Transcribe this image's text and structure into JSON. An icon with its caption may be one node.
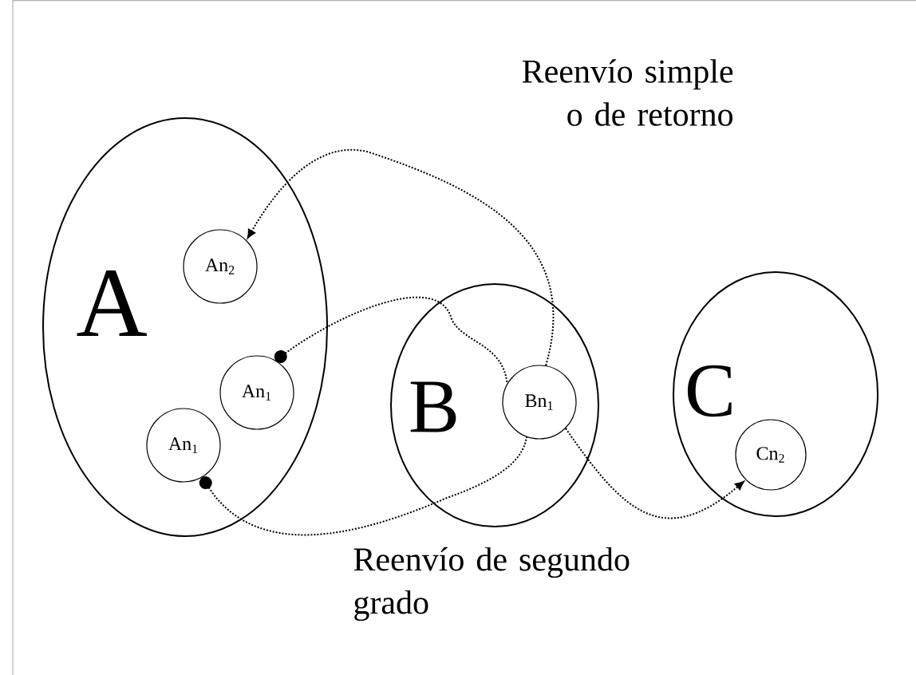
{
  "diagram": {
    "nodes": [
      {
        "text": [
          "A"
        ]
      },
      {
        "text": [
          "An$_{2}$"
        ],
        "in": 0
      },
      {
        "text": [
          "An$_{1}$"
        ],
        "in": 0
      },
      {
        "text": [
          "An$_{1}$"
        ],
        "in": 0
      },
      {
        "text": [
          "B"
        ]
      },
      {
        "text": [
          "Bn$_{1}$"
        ],
        "in": 4
      },
      {
        "text": [
          "C"
        ]
      },
      {
        "text": [
          "Cn$_{2}$"
        ],
        "in": 6
      }
    ],
    "edges": [
      {
        "from": 2,
        "to": 5,
        "arrow": "other"
      },
      {
        "from": 5,
        "to": 1,
        "arrow": "to"
      },
      {
        "from": 3,
        "to": 5,
        "arrow": "other"
      },
      {
        "from": 5,
        "to": 7,
        "arrow": "to"
      }
    ],
    "labels": [
      "Reenvío simple o de retorno",
      "Reenvío de segundo grado"
    ]
  }
}
